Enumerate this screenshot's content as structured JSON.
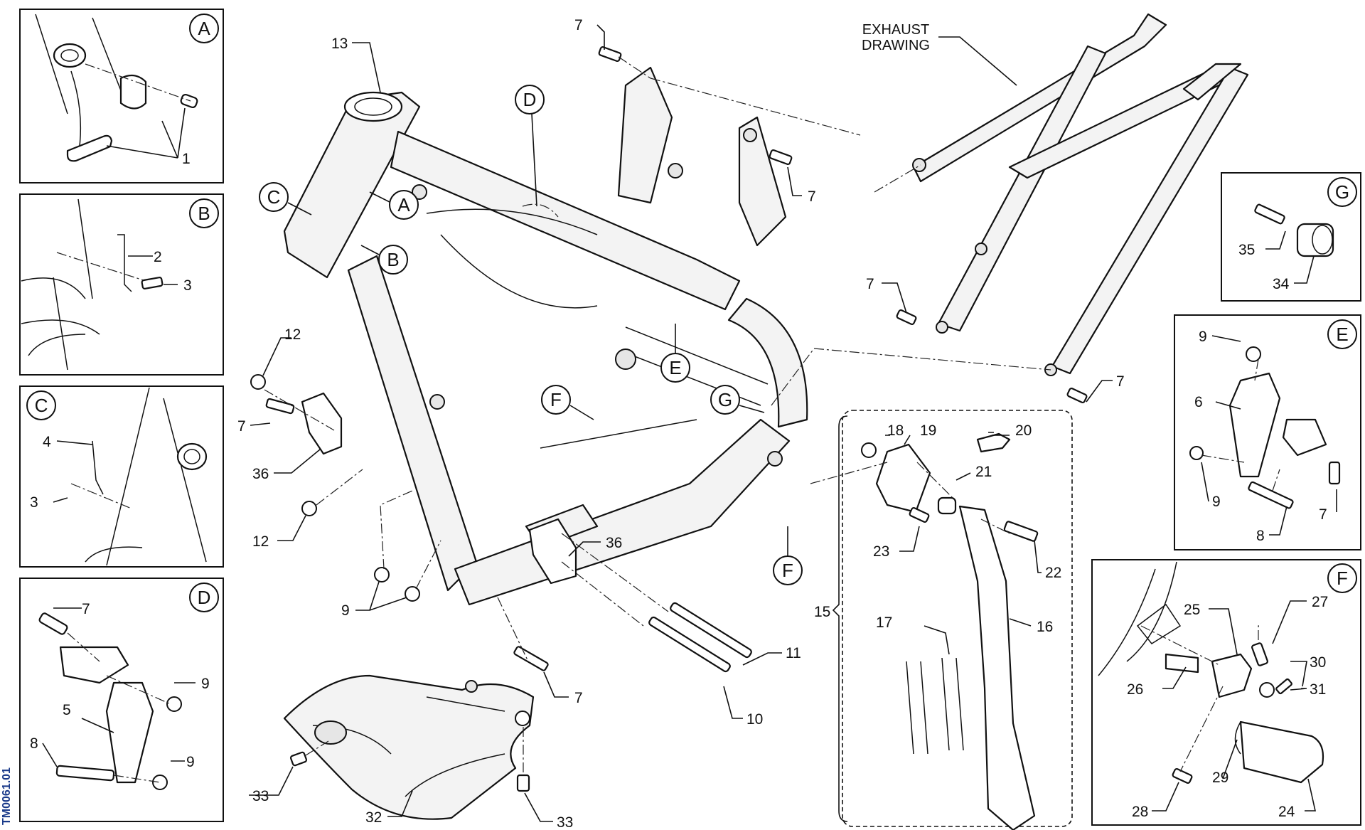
{
  "doc_code": "TM0061.01",
  "exhaust_note": [
    "EXHAUST",
    "DRAWING"
  ],
  "detail_letters": [
    "A",
    "B",
    "C",
    "D",
    "E",
    "F",
    "G"
  ],
  "callouts": {
    "n1": "1",
    "n2": "2",
    "n3": "3",
    "n4": "4",
    "n5": "5",
    "n6": "6",
    "n7": "7",
    "n8": "8",
    "n9": "9",
    "n10": "10",
    "n11": "11",
    "n12": "12",
    "n13": "13",
    "n15": "15",
    "n16": "16",
    "n17": "17",
    "n18": "18",
    "n19": "19",
    "n20": "20",
    "n21": "21",
    "n22": "22",
    "n23": "23",
    "n24": "24",
    "n25": "25",
    "n26": "26",
    "n27": "27",
    "n28": "28",
    "n29": "29",
    "n30": "30",
    "n31": "31",
    "n32": "32",
    "n33": "33",
    "n34": "34",
    "n35": "35",
    "n36": "36"
  }
}
